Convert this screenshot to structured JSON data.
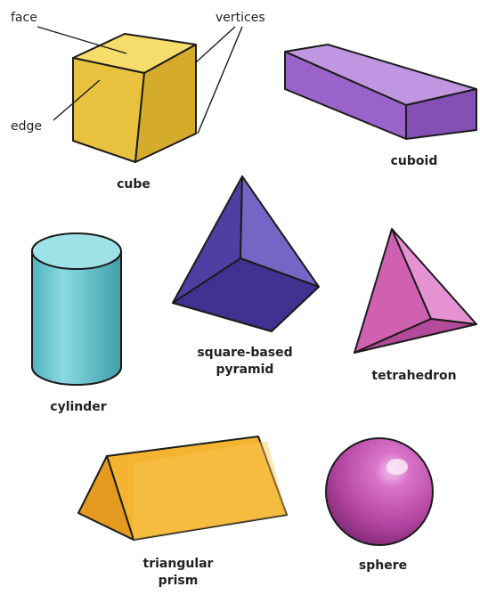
{
  "annotations": {
    "face": "face",
    "vertices": "vertices",
    "edge": "edge"
  },
  "shapes": {
    "cube": "cube",
    "cuboid": "cuboid",
    "cylinder": "cylinder",
    "pyramid_line1": "square-based",
    "pyramid_line2": "pyramid",
    "tetrahedron": "tetrahedron",
    "prism_line1": "triangular",
    "prism_line2": "prism",
    "sphere": "sphere"
  },
  "colors": {
    "cube": "#f2d04e",
    "cuboid": "#a873d3",
    "cylinder": "#6cc9d3",
    "pyramid": "#5a4bb0",
    "tetrahedron": "#d866b8",
    "prism": "#f6b733",
    "sphere": "#c24fb0"
  }
}
